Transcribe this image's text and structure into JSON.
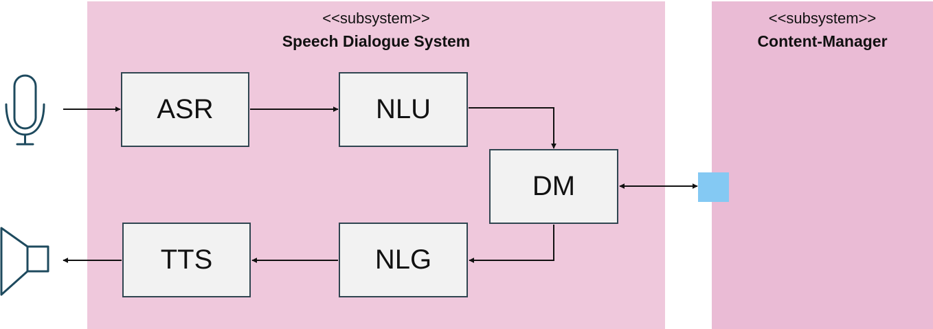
{
  "colors": {
    "speech_subsystem_fill": "#efc8dc",
    "content_subsystem_fill": "#eabbd5",
    "component_fill": "#f2f2f2",
    "component_border": "#2f4550",
    "port_fill": "#84c9f3",
    "icon_stroke": "#1e4a5e"
  },
  "subsystems": {
    "speech": {
      "stereotype": "<<subsystem>>",
      "name": "Speech Dialogue System"
    },
    "content": {
      "stereotype": "<<subsystem>>",
      "name": "Content-Manager"
    }
  },
  "components": {
    "asr": "ASR",
    "nlu": "NLU",
    "dm": "DM",
    "nlg": "NLG",
    "tts": "TTS"
  },
  "icons": {
    "input": "microphone-icon",
    "output": "speaker-icon"
  },
  "flow": [
    "microphone → ASR",
    "ASR → NLU",
    "NLU → DM",
    "DM ↔ Content-Manager port",
    "DM → NLG",
    "NLG → TTS",
    "TTS → speaker"
  ]
}
